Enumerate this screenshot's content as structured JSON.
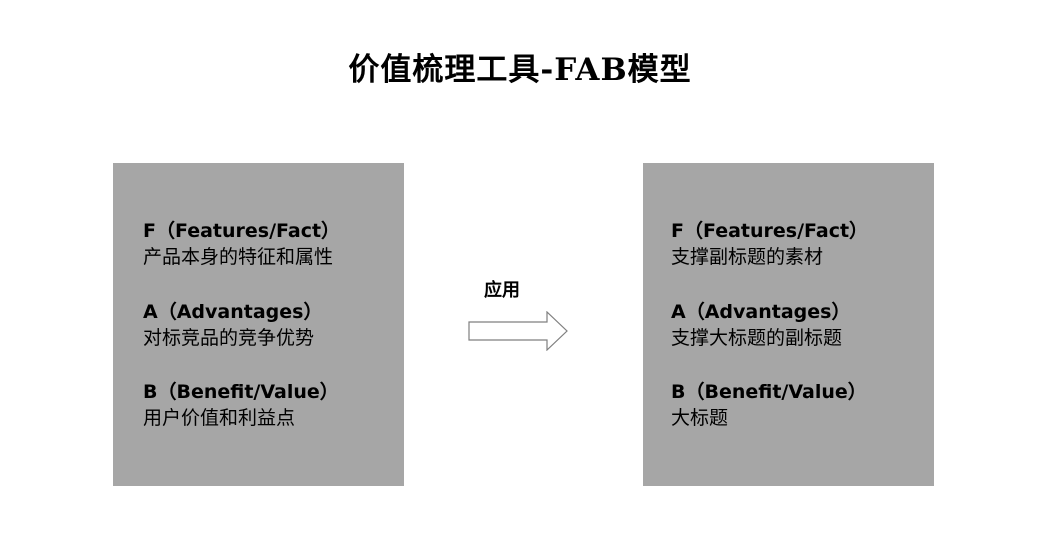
{
  "title": "价值梳理工具-FAB模型",
  "apply_label": "应用",
  "colors": {
    "box_fill": "#a6a6a6",
    "arrow_stroke": "#7f7f7f",
    "arrow_fill": "#ffffff"
  },
  "left_box": {
    "items": [
      {
        "heading": "F（Features/Fact）",
        "desc": "产品本身的特征和属性"
      },
      {
        "heading": "A（Advantages）",
        "desc": "对标竞品的竞争优势"
      },
      {
        "heading": "B（Benefit/Value）",
        "desc": "用户价值和利益点"
      }
    ]
  },
  "right_box": {
    "items": [
      {
        "heading": "F（Features/Fact）",
        "desc": "支撑副标题的素材"
      },
      {
        "heading": "A（Advantages）",
        "desc": "支撑大标题的副标题"
      },
      {
        "heading": "B（Benefit/Value）",
        "desc": "大标题"
      }
    ]
  },
  "arrow_icon": "right-arrow-outline"
}
